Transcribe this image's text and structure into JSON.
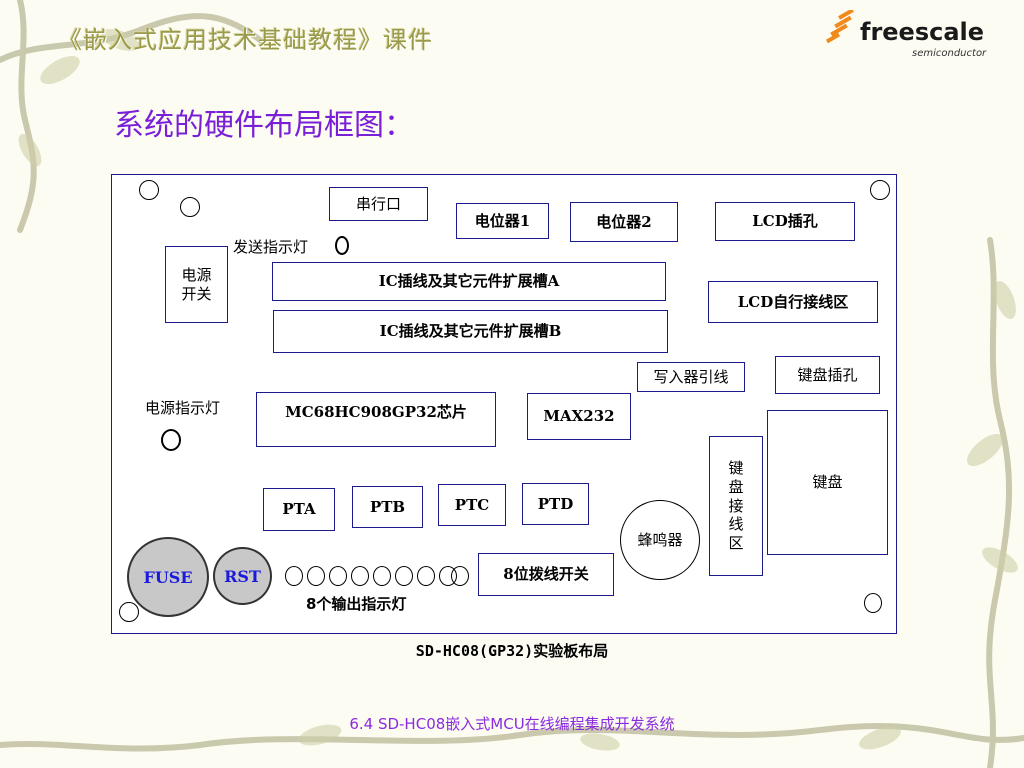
{
  "header": {
    "course_title": "《嵌入式应用技术基础教程》课件"
  },
  "logo": {
    "brand": "freescale",
    "tagline": "semiconductor"
  },
  "slide": {
    "title": "系统的硬件布局框图："
  },
  "board": {
    "serial_port": "串行口",
    "pot1": "电位器1",
    "pot2": "电位器2",
    "lcd_socket": "LCD插孔",
    "send_led": "发送指示灯",
    "power_switch": [
      "电源",
      "开关"
    ],
    "slot_a": "IC插线及其它元件扩展槽A",
    "slot_b": "IC插线及其它元件扩展槽B",
    "lcd_wiring": "LCD自行接线区",
    "writer_lead": "写入器引线",
    "kbd_socket": "键盘插孔",
    "power_led": "电源指示灯",
    "mcu": "MC68HC908GP32芯片",
    "max232": "MAX232",
    "kbd_wiring": [
      "键",
      "盘",
      "接",
      "线",
      "区"
    ],
    "keyboard": "键盘",
    "pta": "PTA",
    "ptb": "PTB",
    "ptc": "PTC",
    "ptd": "PTD",
    "buzzer": "蜂鸣器",
    "fuse": "FUSE",
    "rst": "RST",
    "dip_switch": "8位拨线开关",
    "output_leds": "8个输出指示灯"
  },
  "caption": "SD-HC08(GP32)实验板布局",
  "footer": "6.4  SD-HC08嵌入式MCU在线编程集成开发系统",
  "colors": {
    "title": "#7a1fd8",
    "border": "#1a1a8c",
    "footer": "#8a2be2",
    "disk_text": "#1a1adc"
  }
}
